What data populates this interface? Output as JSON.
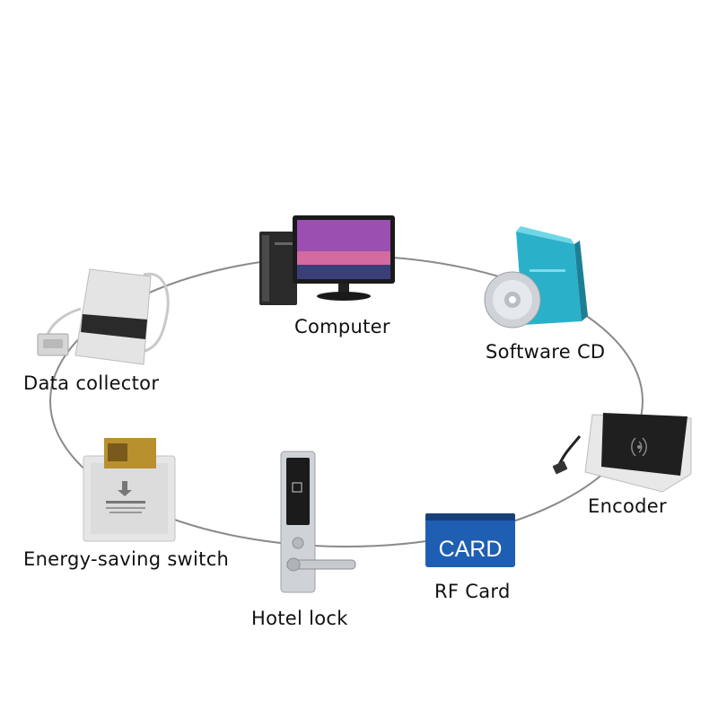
{
  "diagram": {
    "nodes": [
      {
        "id": "computer",
        "label": "Computer",
        "icon": "computer-icon"
      },
      {
        "id": "software-cd",
        "label": "Software CD",
        "icon": "software-cd-icon"
      },
      {
        "id": "encoder",
        "label": "Encoder",
        "icon": "encoder-icon"
      },
      {
        "id": "rf-card",
        "label": "RF Card",
        "icon": "rf-card-icon"
      },
      {
        "id": "hotel-lock",
        "label": "Hotel lock",
        "icon": "hotel-lock-icon"
      },
      {
        "id": "energy-saving-switch",
        "label": "Energy-saving switch",
        "icon": "energy-switch-icon"
      },
      {
        "id": "data-collector",
        "label": "Data collector",
        "icon": "data-collector-icon"
      }
    ],
    "card_text": "CARD",
    "colors": {
      "ring": "#8a8a8a",
      "card_blue": "#1f5fb3",
      "monitor_screen": "#9b4fb0",
      "cd_box": "#2bb0c9"
    }
  }
}
